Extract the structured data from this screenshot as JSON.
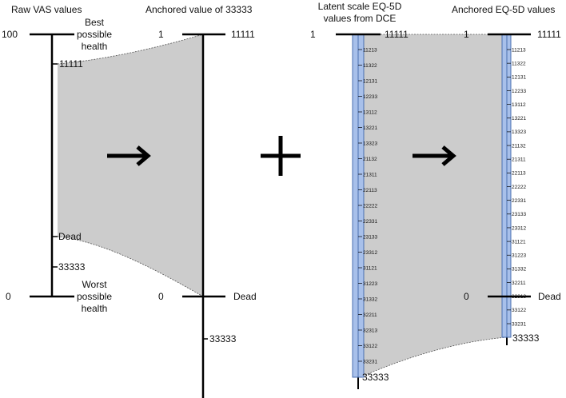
{
  "headers": {
    "raw_vas": "Raw VAS values",
    "anchored_33333": "Anchored value of 33333",
    "latent_line1": "Latent scale EQ-5D",
    "latent_line2": "values from DCE",
    "anchored_eq5d": "Anchored EQ-5D values"
  },
  "vas_axis": {
    "top_value": "100",
    "bottom_value": "0",
    "best_label": [
      "Best",
      "possible",
      "health"
    ],
    "worst_label": [
      "Worst",
      "possible",
      "health"
    ],
    "state_11111": "11111",
    "state_dead": "Dead",
    "state_33333": "33333"
  },
  "anchored_axis": {
    "top_value": "1",
    "zero_value": "0",
    "top_state": "11111",
    "dead": "Dead",
    "worst_state": "33333"
  },
  "latent_axis": {
    "top_value": "1",
    "top_state": "11111",
    "bottom_state": "33333",
    "states": [
      "11213",
      "11322",
      "12131",
      "12233",
      "13112",
      "13221",
      "13323",
      "21132",
      "21311",
      "22113",
      "22222",
      "22331",
      "23133",
      "23312",
      "31121",
      "31223",
      "31332",
      "32211",
      "32313",
      "33122",
      "33231"
    ]
  },
  "final_axis": {
    "top_value": "1",
    "top_state": "11111",
    "zero_value": "0",
    "dead": "Dead",
    "bottom_state": "33333",
    "states": [
      "11213",
      "11322",
      "12131",
      "12233",
      "13112",
      "13221",
      "13323",
      "21132",
      "21311",
      "22113",
      "22222",
      "22331",
      "23133",
      "23312",
      "31121",
      "31223",
      "31332",
      "32211",
      "32313",
      "33122",
      "33231"
    ]
  },
  "symbols": {
    "arrow": "arrow-right-icon",
    "plus": "plus-icon"
  },
  "colors": {
    "fill": "#cccccc",
    "bar": "#a8c0ea",
    "bar_stroke": "#4a6fb0"
  }
}
